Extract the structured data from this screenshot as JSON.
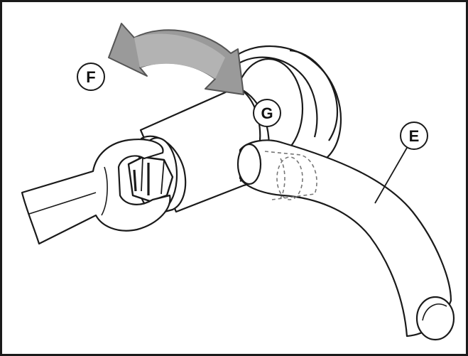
{
  "callouts": {
    "e": "E",
    "f": "F",
    "g": "G"
  },
  "colors": {
    "outline": "#1a1a1a",
    "arrow_fill": "#9a9a9a",
    "arrow_stroke": "#555555",
    "background": "#ffffff",
    "hidden_line": "#777777"
  }
}
